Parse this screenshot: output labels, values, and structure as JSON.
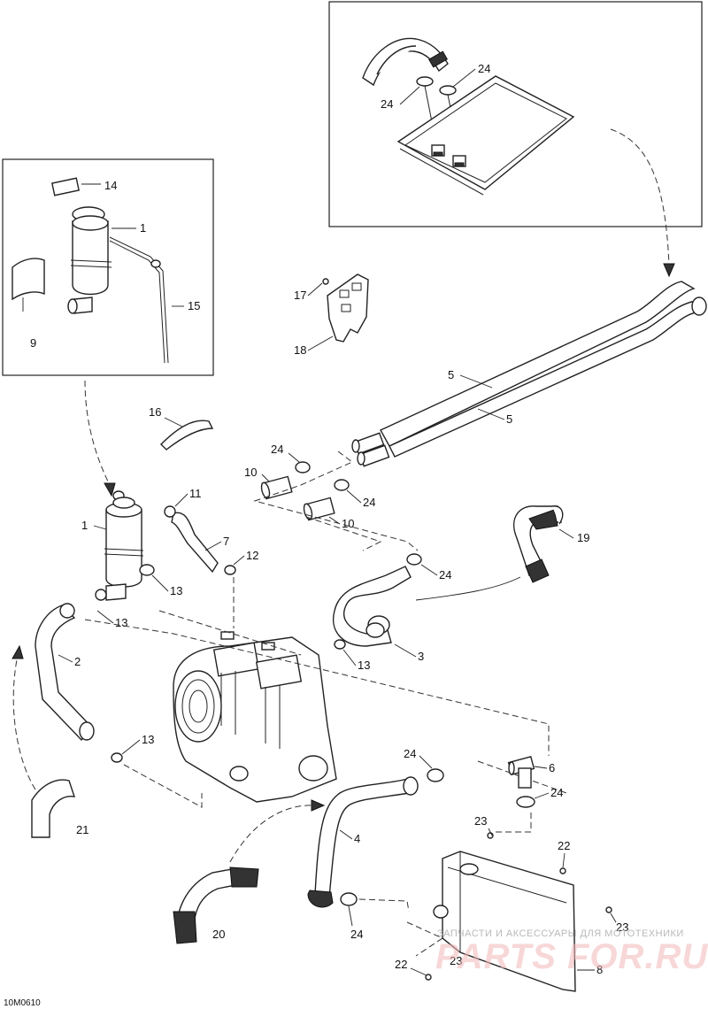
{
  "diagram_code": "10M0610",
  "watermark": {
    "small": "ЗАПЧАСТИ И АКСЕССУАРЫ ДЛЯ МОТОТЕХНИКИ",
    "big": "PARTS FOR.RU"
  },
  "callouts": {
    "c1a": "1",
    "c1b": "1",
    "c2": "2",
    "c3": "3",
    "c4": "4",
    "c5a": "5",
    "c5b": "5",
    "c6": "6",
    "c7": "7",
    "c8": "8",
    "c9": "9",
    "c10a": "10",
    "c10b": "10",
    "c11": "11",
    "c12": "12",
    "c13a": "13",
    "c13b": "13",
    "c13c": "13",
    "c13d": "13",
    "c14": "14",
    "c15": "15",
    "c16": "16",
    "c17": "17",
    "c18": "18",
    "c19": "19",
    "c20": "20",
    "c21": "21",
    "c22a": "22",
    "c22b": "22",
    "c23a": "23",
    "c23b": "23",
    "c23c": "23",
    "c24a": "24",
    "c24b": "24",
    "c24c": "24",
    "c24d": "24",
    "c24e": "24",
    "c24f": "24",
    "c24g": "24",
    "c24h": "24"
  }
}
